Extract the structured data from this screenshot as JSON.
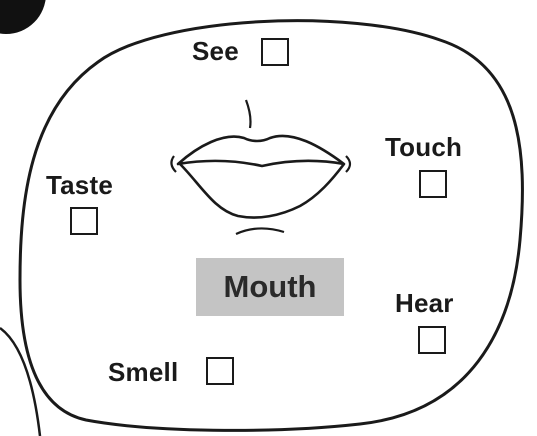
{
  "card": {
    "title": "Mouth",
    "title_bg": "#c4c4c4",
    "options": {
      "see": "See",
      "touch": "Touch",
      "taste": "Taste",
      "hear": "Hear",
      "smell": "Smell"
    }
  },
  "icons": {
    "illustration": "lips-icon",
    "corner": "black-circle-badge"
  }
}
